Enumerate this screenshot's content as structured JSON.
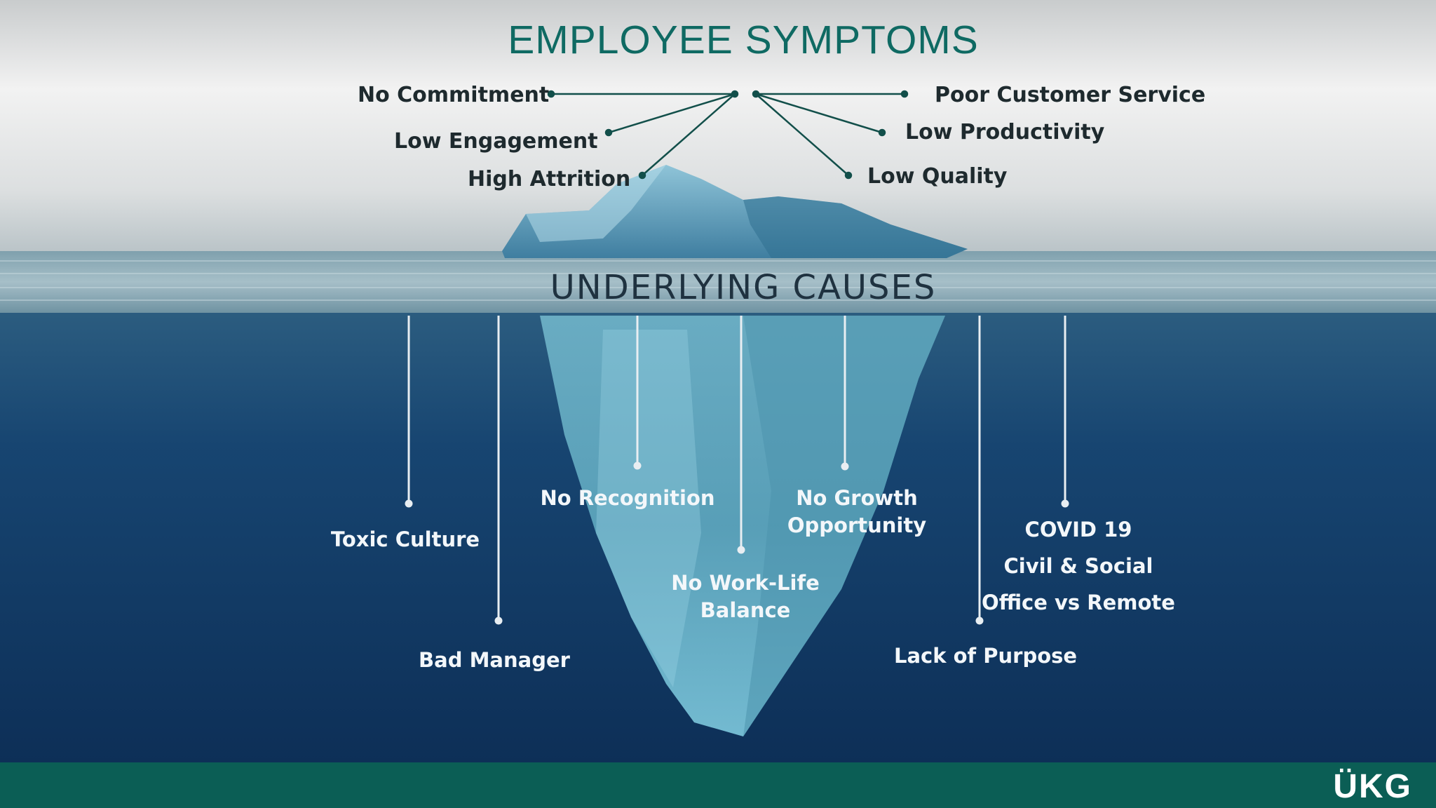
{
  "title": "EMPLOYEE SYMPTOMS",
  "symptoms_left": [
    "No Commitment",
    "Low Engagement",
    "High Attrition"
  ],
  "symptoms_right": [
    "Poor Customer Service",
    "Low Productivity",
    "Low Quality"
  ],
  "causes_heading": "UNDERLYING CAUSES",
  "causes": {
    "toxic_culture": "Toxic Culture",
    "bad_manager": "Bad Manager",
    "no_recognition": "No Recognition",
    "no_work_life_1": "No Work-Life",
    "no_work_life_2": "Balance",
    "no_growth_1": "No Growth",
    "no_growth_2": "Opportunity",
    "lack_of_purpose": "Lack of Purpose",
    "external_1": "COVID 19",
    "external_2": "Civil  & Social",
    "external_3": "Office vs Remote"
  },
  "logo": "ÜKG",
  "colors": {
    "title": "#0f6a63",
    "connector": "#124f4a",
    "deep_water": "#0e3a63",
    "footer": "#0b5e55"
  }
}
